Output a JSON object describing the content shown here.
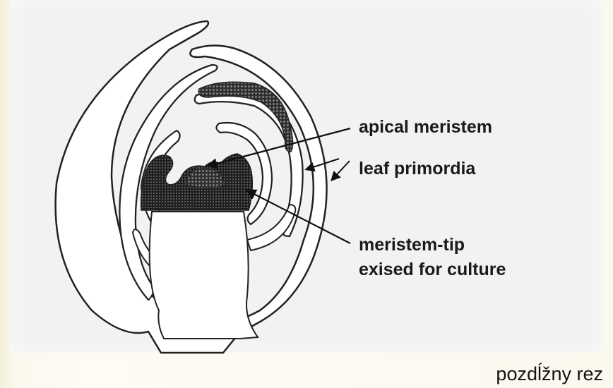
{
  "diagram": {
    "labels": {
      "apical_meristem": "apical meristem",
      "leaf_primordia": "leaf primordia",
      "meristem_tip_line1": "meristem-tip",
      "meristem_tip_line2": "exised for culture"
    },
    "caption": "pozdĺžny rez"
  }
}
